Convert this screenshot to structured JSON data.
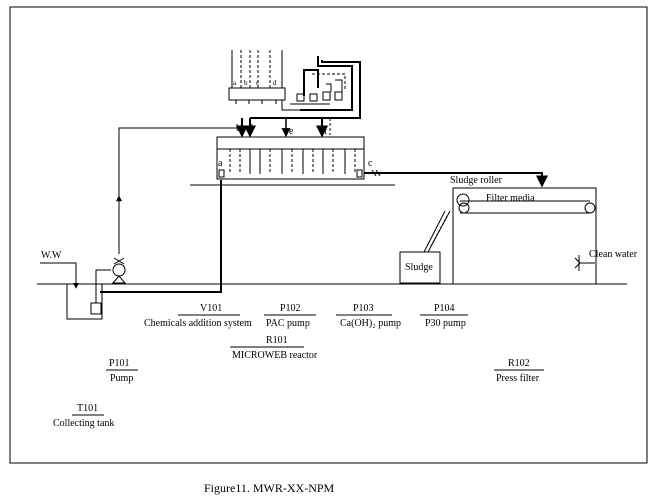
{
  "figure": {
    "caption": "Figure11. MWR-XX-NPM"
  },
  "points": {
    "a": "a",
    "b": "b",
    "c": "c",
    "d": "d",
    "e": "e",
    "f": "f"
  },
  "inflow": "W.W",
  "sludge_roller": "Sludge roller",
  "filter_media": "Filter media",
  "sludge": "Sludge",
  "clean_water": "Clean water",
  "legend": [
    {
      "code": "V101",
      "name": "Chemicals addition system"
    },
    {
      "code": "P102",
      "name": "PAC pump"
    },
    {
      "code": "P103",
      "name": "Ca(OH)₂ pump"
    },
    {
      "code": "P104",
      "name": "P30 pump"
    },
    {
      "code": "R101",
      "name": "MICROWEB reactor"
    },
    {
      "code": "P101",
      "name": "Pump"
    },
    {
      "code": "R102",
      "name": "Press filter"
    },
    {
      "code": "T101",
      "name": "Collecting tank"
    }
  ]
}
